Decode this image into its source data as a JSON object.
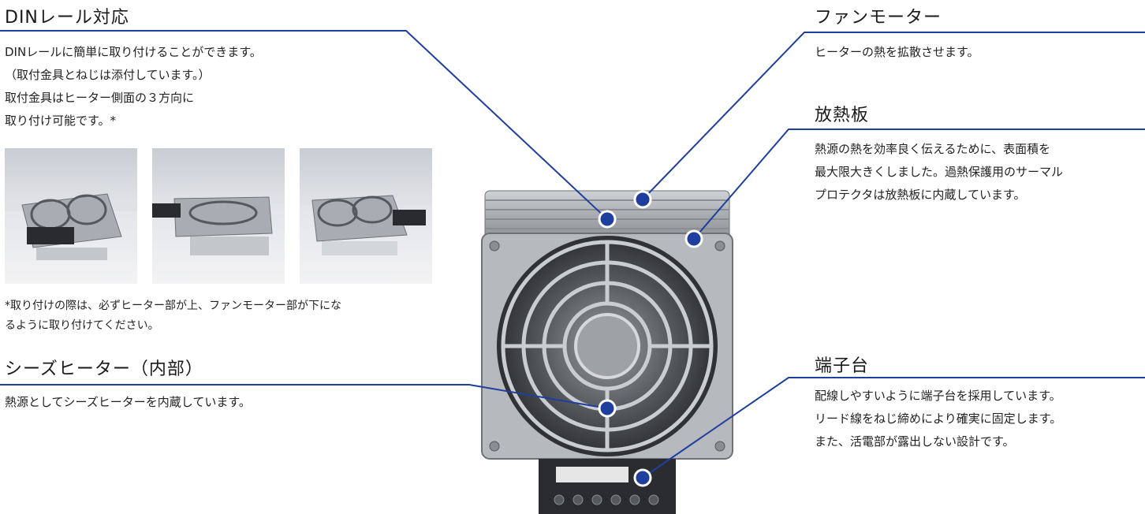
{
  "din": {
    "heading": "DINレール対応",
    "lines": [
      "DINレールに簡単に取り付けることができます。",
      "（取付金具とねじは添付しています。）",
      "取付金具はヒーター側面の３方向に",
      "取り付け可能です。*"
    ],
    "note_lines": [
      "*取り付けの際は、必ずヒーター部が上、ファンモーター部が下にな",
      "るように取り付けてください。"
    ]
  },
  "sheath": {
    "heading": "シーズヒーター（内部）",
    "text": "熱源としてシーズヒーターを内蔵しています。"
  },
  "fan": {
    "heading": "ファンモーター",
    "text": "ヒーターの熱を拡散させます。"
  },
  "heatsink": {
    "heading": "放熱板",
    "lines": [
      "熱源の熱を効率良く伝えるために、表面積を",
      "最大限大きくしました。過熱保護用のサーマル",
      "プロテクタは放熱板に内蔵しています。"
    ]
  },
  "terminal": {
    "heading": "端子台",
    "lines": [
      "配線しやすいように端子台を採用しています。",
      "リード線をねじ締めにより確実に固定します。",
      "また、活電部が露出しない設計です。"
    ]
  },
  "colors": {
    "leader": "#1f3f9e",
    "dot": "#1f3f9e",
    "metal": "#b9bcc1"
  }
}
